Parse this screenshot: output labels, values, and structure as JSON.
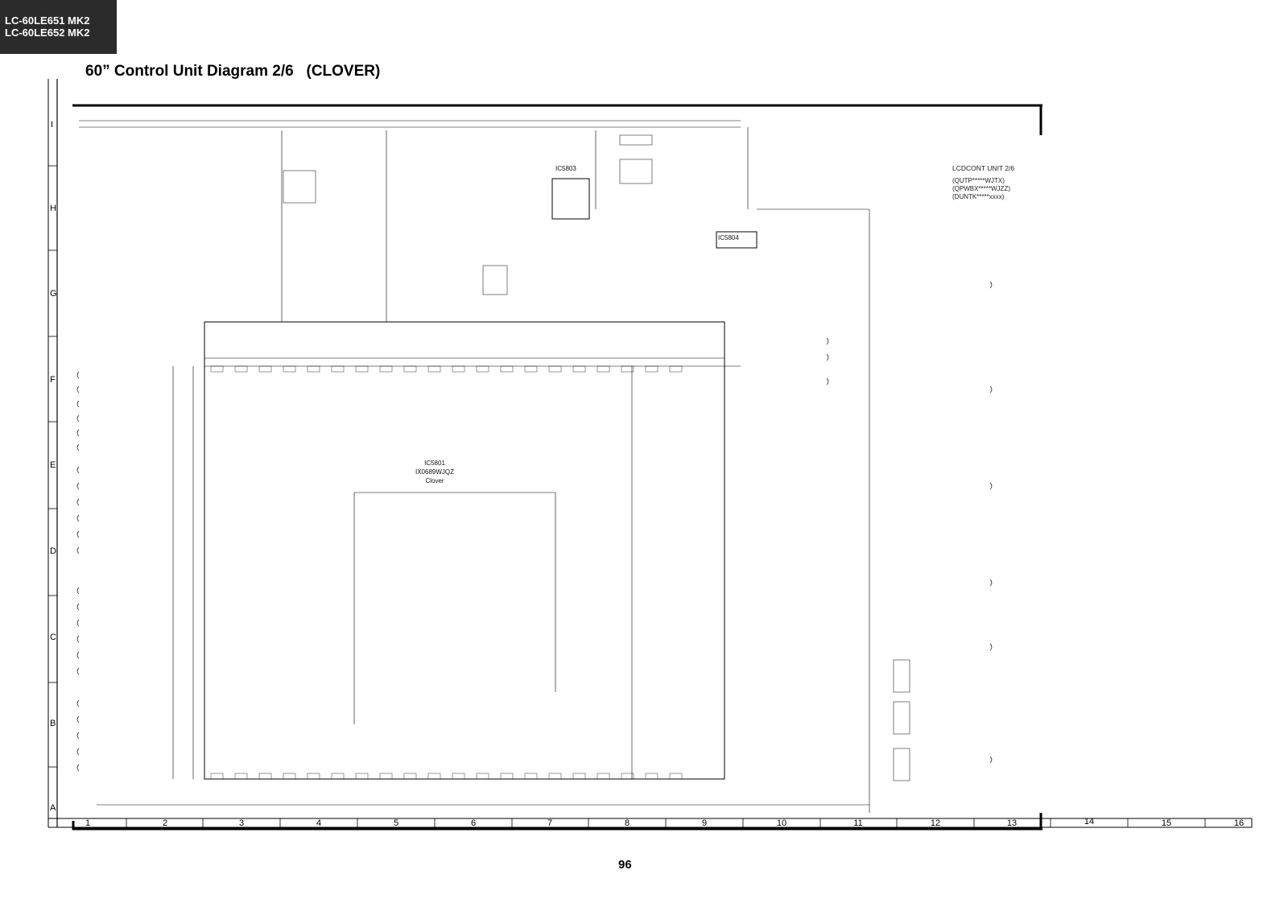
{
  "header": {
    "model_line_1": "LC-60LE651 MK2",
    "model_line_2": "LC-60LE652 MK2"
  },
  "title": "60” Control Unit Diagram 2/6   (CLOVER)",
  "page_number": "96",
  "zones": {
    "rows": [
      "I",
      "H",
      "G",
      "F",
      "E",
      "D",
      "C",
      "B",
      "A"
    ],
    "columns": [
      "1",
      "2",
      "3",
      "4",
      "5",
      "6",
      "7",
      "8",
      "9",
      "10",
      "11",
      "12",
      "13",
      "14",
      "15",
      "16"
    ]
  },
  "lcd_block": {
    "heading": "LCDCONT UNIT 2/6",
    "lines": [
      "(QUTP*****WJTX)",
      "(QPWBX*****WJZZ)",
      "(DUNTK*****xxxx)"
    ]
  },
  "main_ic": {
    "ref": "IC5801",
    "part": "IX0689WJQZ",
    "name": "Clover"
  },
  "ic_small_1": {
    "ref": "IC5803"
  },
  "ic_small_2": {
    "ref": "IC5804"
  },
  "colors": {
    "line": "#000000",
    "background": "#ffffff",
    "tab": "#2b2b2b"
  }
}
